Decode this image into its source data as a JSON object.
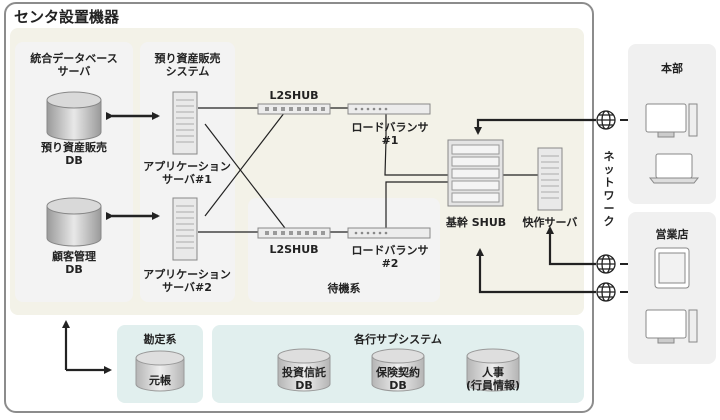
{
  "center": {
    "title": "センタ設置機器",
    "integrated_db_server": {
      "title_line1": "統合データベース",
      "title_line2": "サーバ"
    },
    "db1": {
      "line1": "預り資産販売",
      "line2": "DB"
    },
    "db2": {
      "line1": "顧客管理",
      "line2": "DB"
    },
    "app_group": {
      "title_line1": "預り資産販売",
      "title_line2": "システム"
    },
    "app1": {
      "line1": "アプリケーション",
      "line2": "サーバ#1"
    },
    "app2": {
      "line1": "アプリケーション",
      "line2": "サーバ#2"
    },
    "l2shub_top": "L2SHUB",
    "l2shub_bottom": "L2SHUB",
    "lb1": {
      "line1": "ロードバランサ",
      "line2": "#1"
    },
    "lb2": {
      "line1": "ロードバランサ",
      "line2": "#2"
    },
    "standby": "待機系",
    "core_hub": "基幹 SHUB",
    "fast_server": "快作サーバ",
    "accounting": {
      "title": "勘定系",
      "db": "元帳"
    },
    "branch_subsystems": {
      "title": "各行サブシステム",
      "items": [
        {
          "line1": "投資信託",
          "line2": "DB"
        },
        {
          "line1": "保険契約",
          "line2": "DB"
        },
        {
          "line1": "人事",
          "line2": "(行員情報)"
        }
      ]
    }
  },
  "network_label": "ネットワーク",
  "headquarters": {
    "title": "本部"
  },
  "branch_office": {
    "title": "営業店"
  }
}
